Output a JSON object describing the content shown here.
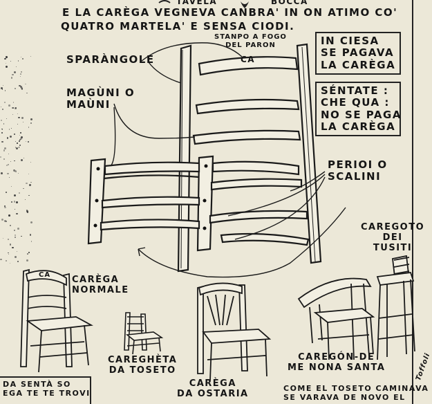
{
  "header": {
    "top_fragment": "TAVELA",
    "top_fragment_right": "BOCCA",
    "line1": "E LA CARÈGA VEGNEVA CANBRA' IN ON ATIMO CO'",
    "line2": "QUATRO MARTELA' E SENSA CIODI."
  },
  "labels": {
    "stamp": "STANPO A FOGO\nDEL PARON",
    "seat_stamp": "CA",
    "sparangole": "SPARÀNGOLE",
    "maguni": "MAGÙNI O\nMAÙNI",
    "perioi": "PERIOI O\nSCALINI",
    "caregoto": "CAREGOTO\nDEI\nTUSITI",
    "carega_normale": "CARÈGA\nNORMALE",
    "careghèta": "CAREGHÈTA\nDA TOSETO",
    "carega_ostaria": "CARÈGA\nDA OSTARIA",
    "caregon": "CAREGÓN-DE\nME NONA SANTA",
    "small_chair_stamp": "CA"
  },
  "boxes": {
    "box1": "IN CIESA\nSE PAGAVA\nLA CARÈGA",
    "box2": "SÉNTATE :\nCHE QUA :\nNO SE PAGA\nLA CARÈGA"
  },
  "footer": {
    "left": "DA SENTÀ SO\nEGA TE TE TROVI",
    "right": "COME EL TOSETO CAMINAVA\nSE VARAVA DE NOVO EL"
  },
  "signature": "Toffoli"
}
